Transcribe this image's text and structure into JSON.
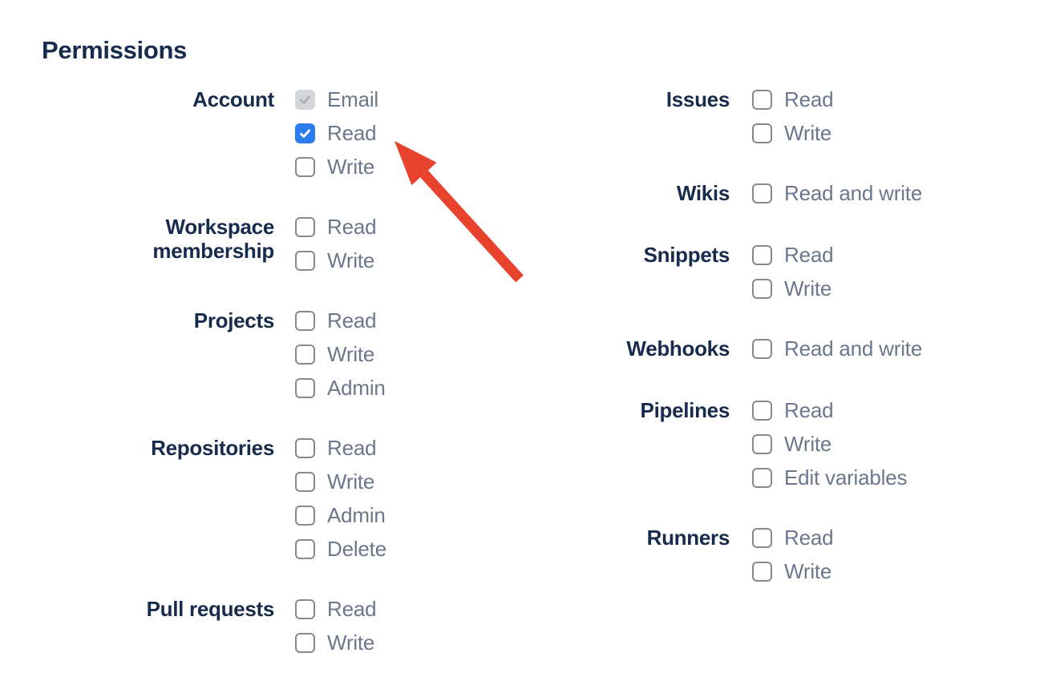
{
  "section_title": "Permissions",
  "colors": {
    "heading": "#172B4D",
    "group_label": "#172B4D",
    "option_text": "#6B778C",
    "checkbox_checked_bg": "#2B7CEF",
    "checkbox_border": "#87898D",
    "checkbox_disabled_bg": "#D4D6D9",
    "checkbox_disabled_check": "#ADB1B8",
    "arrow": "#E8432C"
  },
  "permissions": {
    "columns": [
      {
        "side": "left",
        "groups": [
          {
            "label": "Account",
            "options": [
              {
                "label": "Email",
                "state": "disabled-checked"
              },
              {
                "label": "Read",
                "state": "checked"
              },
              {
                "label": "Write",
                "state": "unchecked"
              }
            ]
          },
          {
            "label": "Workspace membership",
            "options": [
              {
                "label": "Read",
                "state": "unchecked"
              },
              {
                "label": "Write",
                "state": "unchecked"
              }
            ]
          },
          {
            "label": "Projects",
            "options": [
              {
                "label": "Read",
                "state": "unchecked"
              },
              {
                "label": "Write",
                "state": "unchecked"
              },
              {
                "label": "Admin",
                "state": "unchecked"
              }
            ]
          },
          {
            "label": "Repositories",
            "options": [
              {
                "label": "Read",
                "state": "unchecked"
              },
              {
                "label": "Write",
                "state": "unchecked"
              },
              {
                "label": "Admin",
                "state": "unchecked"
              },
              {
                "label": "Delete",
                "state": "unchecked"
              }
            ]
          },
          {
            "label": "Pull requests",
            "options": [
              {
                "label": "Read",
                "state": "unchecked"
              },
              {
                "label": "Write",
                "state": "unchecked"
              }
            ]
          }
        ]
      },
      {
        "side": "right",
        "groups": [
          {
            "label": "Issues",
            "options": [
              {
                "label": "Read",
                "state": "unchecked"
              },
              {
                "label": "Write",
                "state": "unchecked"
              }
            ]
          },
          {
            "label": "Wikis",
            "options": [
              {
                "label": "Read and write",
                "state": "unchecked"
              }
            ]
          },
          {
            "label": "Snippets",
            "options": [
              {
                "label": "Read",
                "state": "unchecked"
              },
              {
                "label": "Write",
                "state": "unchecked"
              }
            ]
          },
          {
            "label": "Webhooks",
            "options": [
              {
                "label": "Read and write",
                "state": "unchecked"
              }
            ]
          },
          {
            "label": "Pipelines",
            "options": [
              {
                "label": "Read",
                "state": "unchecked"
              },
              {
                "label": "Write",
                "state": "unchecked"
              },
              {
                "label": "Edit variables",
                "state": "unchecked"
              }
            ]
          },
          {
            "label": "Runners",
            "options": [
              {
                "label": "Read",
                "state": "unchecked"
              },
              {
                "label": "Write",
                "state": "unchecked"
              }
            ]
          }
        ]
      }
    ]
  },
  "annotation": {
    "type": "arrow",
    "color": "#E8432C",
    "points_to": "Account Read checkbox"
  }
}
